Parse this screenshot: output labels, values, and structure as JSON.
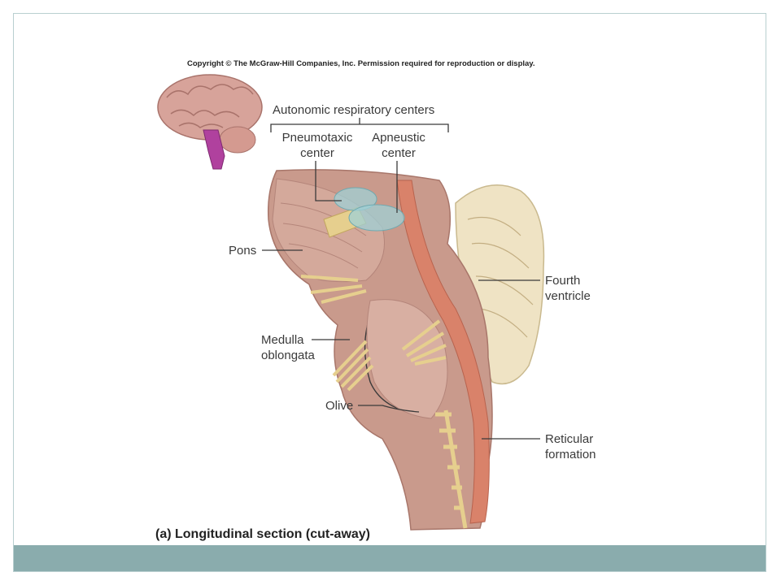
{
  "copyright": "Copyright © The McGraw-Hill Companies, Inc. Permission required for reproduction or display.",
  "labels": {
    "autonomic_centers": "Autonomic respiratory centers",
    "pneumotaxic_line1": "Pneumotaxic",
    "pneumotaxic_line2": "center",
    "apneustic_line1": "Apneustic",
    "apneustic_line2": "center",
    "pons": "Pons",
    "fourth_line1": "Fourth",
    "fourth_line2": "ventricle",
    "medulla_line1": "Medulla",
    "medulla_line2": "oblongata",
    "olive": "Olive",
    "reticular_line1": "Reticular",
    "reticular_line2": "formation"
  },
  "caption": "(a) Longitudinal section (cut-away)",
  "colors": {
    "footer": "#8aacad",
    "frame": "#b9cfd0",
    "brainstem": "#c99a8c",
    "brainstem_dark": "#a8766a",
    "nerve": "#e6cf8e",
    "respiratory_center": "#9fd0d6",
    "reticular": "#d9826a",
    "cerebellum": "#efe3c4",
    "brain_highlight": "#b0419e"
  }
}
